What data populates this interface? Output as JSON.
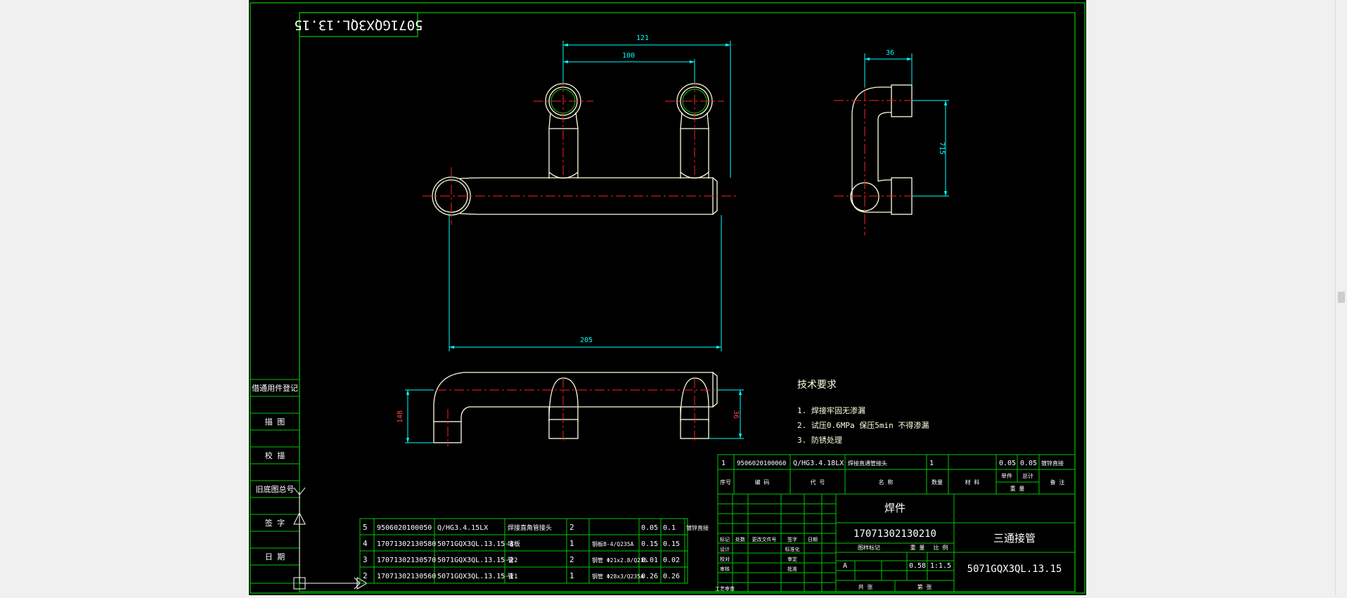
{
  "stamp": "5071GQX3QL.13.15",
  "dims": {
    "d121": "121",
    "d100": "100",
    "d205": "205",
    "d36a": "36",
    "d715": "715",
    "d148": "148",
    "d36b": "36"
  },
  "notes": {
    "title": "技术要求",
    "lines": [
      "1. 焊接牢固无渗漏",
      "2. 试压0.6MPa 保压5min 不得渗漏",
      "3. 防锈处理"
    ]
  },
  "left_strip": [
    "借通用件登记",
    "描  图",
    "校  描",
    "旧底图总号",
    "签  字",
    "日  期"
  ],
  "upper_table": {
    "row1": [
      "1",
      "9506020100060",
      "Q/HG3.4.18LX",
      "焊接直通管接头",
      "1",
      "",
      "0.05",
      "0.05",
      "镀锌直接"
    ],
    "header": [
      "序号",
      "编  码",
      "代  号",
      "名  称",
      "数量",
      "材  料",
      "单件",
      "总计",
      "备  注"
    ],
    "weight_label": "重  量"
  },
  "bom": [
    [
      "5",
      "9506020100050",
      "Q/HG3.4.15LX",
      "焊接直角管接头",
      "2",
      "",
      "0.05",
      "0.1",
      "镀锌直接"
    ],
    [
      "4",
      "17071302130580",
      "5071GQX3QL.13.15-3",
      "堵板",
      "1",
      "钢板B-4/Q235A",
      "0.15",
      "0.15",
      ""
    ],
    [
      "3",
      "17071302130570",
      "5071GQX3QL.13.15-2",
      "管2",
      "2",
      "钢管 Φ21x2.8/Q235",
      "0.01",
      "0.02",
      ""
    ],
    [
      "2",
      "17071302130560",
      "5071GQX3QL.13.15-1",
      "管1",
      "1",
      "钢管 Φ28x3/Q235A",
      "0.26",
      "0.26",
      ""
    ]
  ],
  "title_block": {
    "type": "焊件",
    "code": "17071302130210",
    "name": "三通接管",
    "drawing_no": "5071GQX3QL.13.15",
    "stage_label": "图样标记",
    "weight_label": "重  量",
    "scale_label": "比  例",
    "stage": "A",
    "weight": "0.58",
    "scale": "1:1.5",
    "sheet_label": "共    张",
    "sheet_of_label": "第    张",
    "rev_labels": [
      "标记",
      "处数",
      "更改文件号",
      "签字",
      "日期"
    ],
    "sign_labels": [
      "设计",
      "标准化",
      "校对",
      "审定",
      "审核",
      "批准",
      "工艺审查"
    ]
  },
  "colors": {
    "frame": "#00c800",
    "geometry": "#ffffe0",
    "center": "#ff2020",
    "dimension": "#00ffff",
    "text": "#ffffff"
  }
}
